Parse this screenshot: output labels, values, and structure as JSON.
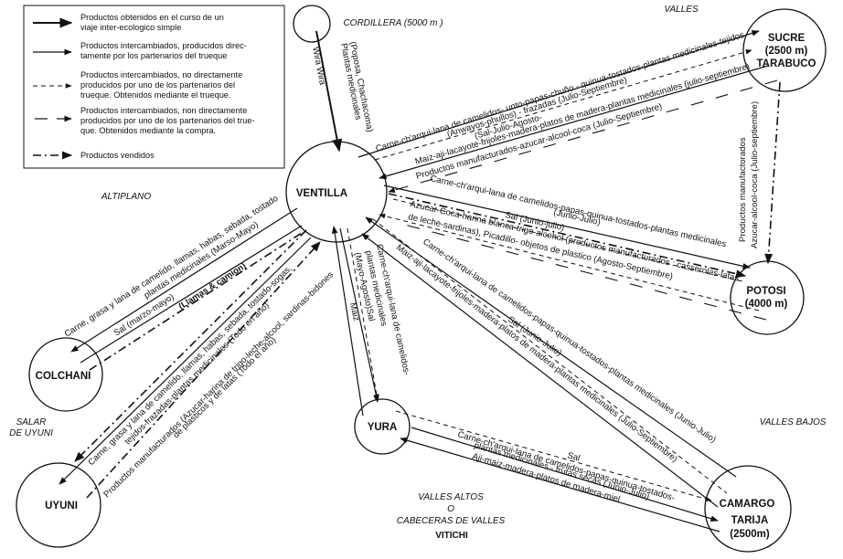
{
  "legend": {
    "items": [
      {
        "style": "solid-thick",
        "text": [
          "Productos obtenidos en el curso de un",
          "viaje inter-ecologico simple"
        ]
      },
      {
        "style": "solid",
        "text": [
          "Productos intercambiados, producidos direc-",
          "tamente por los partenarios del trueque"
        ]
      },
      {
        "style": "dashed",
        "text": [
          "Productos intercambiados, no directamente",
          "producidos por uno de los partenarios del",
          "trueque. Obtenidos mediante el trueque."
        ]
      },
      {
        "style": "longdash",
        "text": [
          "Productos intercambiados, non directamente",
          "producidos por uno de los partenarios del true-",
          "que. Obtenidos mediante la compra."
        ]
      },
      {
        "style": "dashdot",
        "text": [
          "Productos vendidos"
        ]
      }
    ]
  },
  "regions": {
    "cordillera": "CORDILLERA (5000 m )",
    "valles": "VALLES",
    "altiplano": "ALTIPLANO",
    "salar": [
      "SALAR",
      "DE UYUNI"
    ],
    "valles_bajos": "VALLES BAJOS",
    "valles_altos": [
      "VALLES ALTOS",
      "O",
      "CABECERAS DE VALLES"
    ],
    "vitichi": "VITICHI"
  },
  "nodes": {
    "ventilla": [
      "VENTILLA"
    ],
    "sucre": [
      "SUCRE",
      "(2500 m)",
      "TARABUCO"
    ],
    "potosi": [
      "POTOSI",
      "(4000 m)"
    ],
    "colchani": [
      "COLCHANI"
    ],
    "uyuni": [
      "UYUNI"
    ],
    "yura": [
      "YURA"
    ],
    "camargo": [
      "CAMARGO",
      "TARIJA",
      "(2500m)"
    ]
  },
  "edges": {
    "cordillera_ventilla": {
      "type": "solid-thick",
      "labels": [
        "Plantas medicinales",
        "(Poposa, Chachacoma)",
        "Wira Wira"
      ]
    },
    "ventilla_sucre": {
      "labels": [
        "Carne-ch'arqui-lana de camelidos- unto-papas-chuño - quinua-tostados-plantas medicinales-tejidos",
        "(Anwayos-phullos) - frazadas (Julio-Septiembre)",
        "(Sal-Julio-Agosto-",
        "Maiz-aji-lacayote-frijoles-madera-platos de madera-plantas medicinales (julio-septiembre)",
        "Productos manufacturados-azucar-alcool-coca (Julio-Septiembre)"
      ]
    },
    "sucre_potosi": {
      "type": "dashdot",
      "labels": [
        "Productos manufactorados",
        "Azucar-alcool-coca (Julio-septiembre)"
      ]
    },
    "ventilla_potosi": {
      "labels": [
        "Carne-ch'arqui-lana de camelidos-papas-quinua-tostados-plantas medicinales",
        "(Junio-Julio)",
        "Sal (Junio-julio)",
        "Azucar-Coca-harina blanca-trigo-alcohol (productos manufacturados : casserolas-latas",
        "de leche-sardinas), Picadillo- objetos de plastico (Agosto-Septiembre)"
      ]
    },
    "ventilla_colchani": {
      "labels": [
        "Carne, grasa y lana de camelido, llamas, habas, sebada, tostado",
        "plantas medicinales (Marso-Mayo)",
        "Sal (marzo-mayo)",
        "(Llamas & camion)"
      ]
    },
    "ventilla_uyuni": {
      "labels": [
        "Carne, grasa y lana de camelido, llamas, habas, sebada, tostado-sogas,",
        "tejidos-frazadas-plantas medicinales (Todo en año)",
        "Productos manufacturados (Azucar-harina de trigo-leche-alcool, sardinas-bidones",
        "de plasticos y de latas (Todo el año)"
      ]
    },
    "ventilla_yura": {
      "labels": [
        "Carne-ch'arqui-lana de camelidos-",
        "plantas medicinales",
        "(Mayo-Agosto)Sal",
        "Maiz"
      ]
    },
    "ventilla_camargo": {
      "labels": [
        "Carne-ch'arqui-lana de camelidos-papas-quinua-tostados-plantas medicinales (Junio-Julio)",
        "Sal (Junio-Julio)",
        "Maiz-aji-lacayote-frijoles-madera-platos de madera-plantas medicinales (Julio-Septiembre)"
      ]
    },
    "yura_camargo": {
      "labels": [
        "Sal",
        "Carne-ch'arqui-lana de camelidos-papas-quinua-tostados-",
        "plantas medicinales - frutas secas (Junio-Julio)",
        "Aji-maiz-madera-platos de madera-miel"
      ]
    }
  }
}
